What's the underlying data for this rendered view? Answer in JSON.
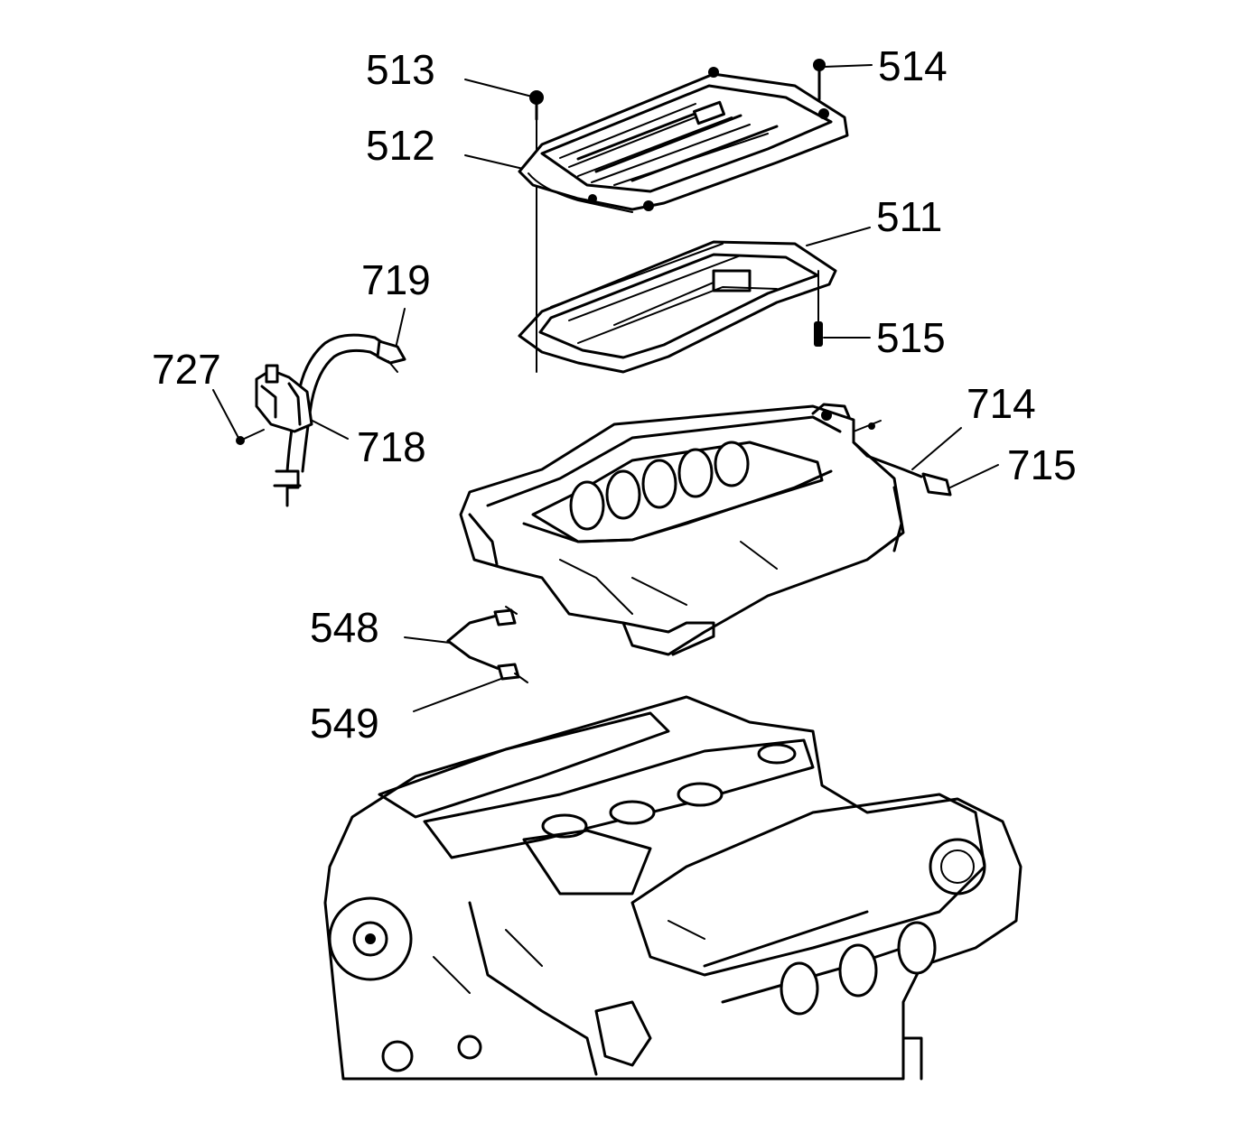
{
  "diagram": {
    "callouts": {
      "c513": "513",
      "c514": "514",
      "c512": "512",
      "c511": "511",
      "c719": "719",
      "c515": "515",
      "c727": "727",
      "c714": "714",
      "c718": "718",
      "c715": "715",
      "c548": "548",
      "c549": "549"
    },
    "parts": [
      "upper-intake-cover-icon",
      "cover-gasket-icon",
      "pcv-hose-assembly-icon",
      "intake-manifold-icon",
      "vacuum-tube-icon",
      "engine-block-icon"
    ]
  }
}
